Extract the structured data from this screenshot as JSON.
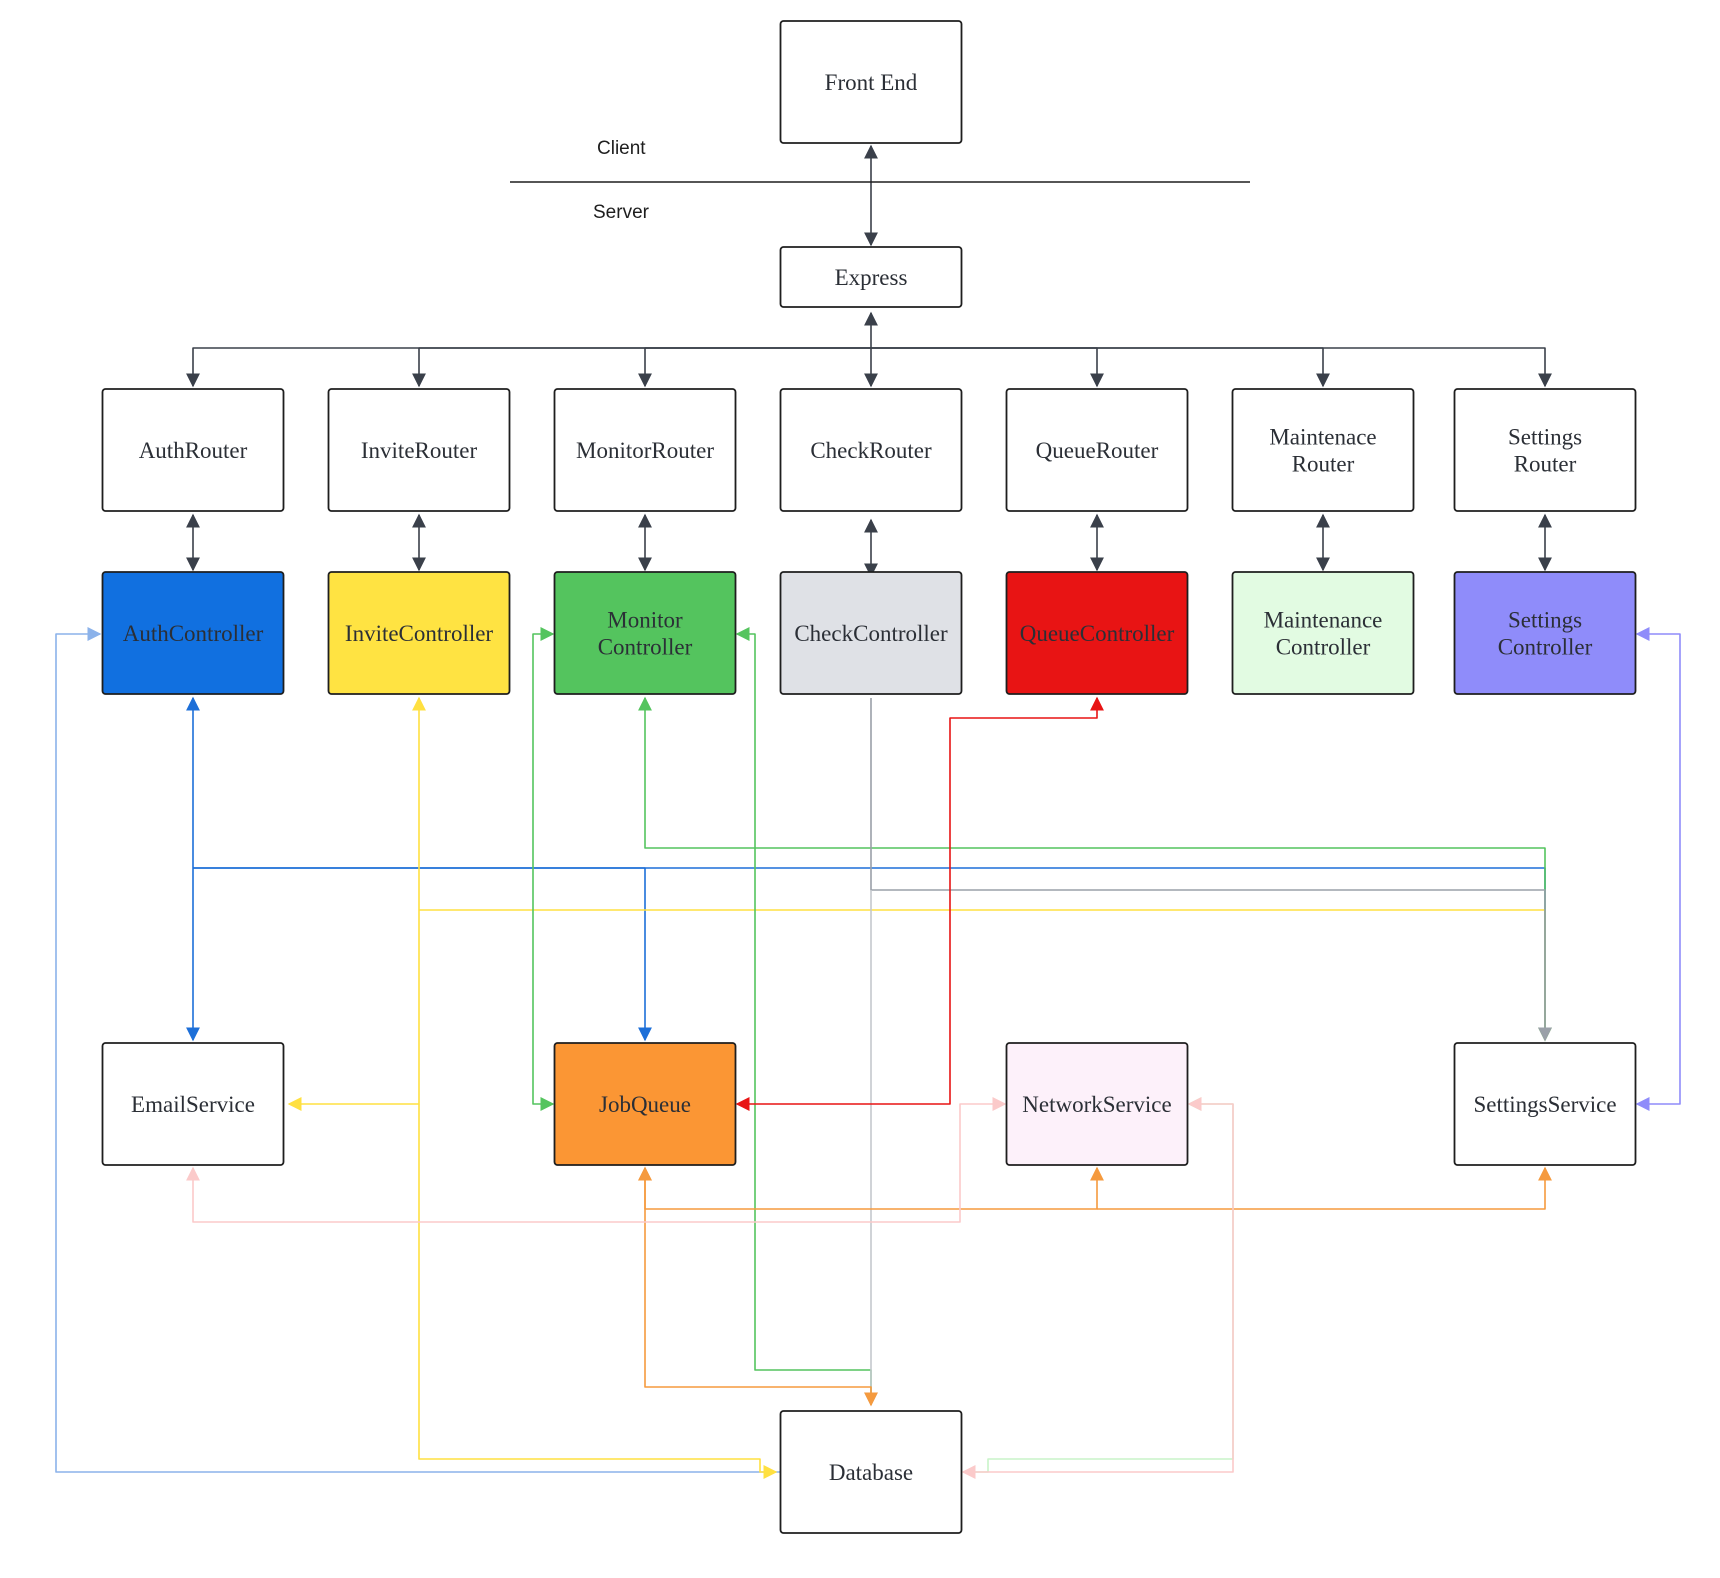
{
  "zones": {
    "client": "Client",
    "server": "Server"
  },
  "nodes": [
    {
      "id": "frontend",
      "lines": [
        "Front End"
      ],
      "fill": "#ffffff"
    },
    {
      "id": "express",
      "lines": [
        "Express"
      ],
      "fill": "#ffffff"
    },
    {
      "id": "auth-router",
      "lines": [
        "AuthRouter"
      ],
      "fill": "#ffffff"
    },
    {
      "id": "invite-router",
      "lines": [
        "InviteRouter"
      ],
      "fill": "#ffffff"
    },
    {
      "id": "monitor-router",
      "lines": [
        "MonitorRouter"
      ],
      "fill": "#ffffff"
    },
    {
      "id": "check-router",
      "lines": [
        "CheckRouter"
      ],
      "fill": "#ffffff"
    },
    {
      "id": "queue-router",
      "lines": [
        "QueueRouter"
      ],
      "fill": "#ffffff"
    },
    {
      "id": "maintenance-router",
      "lines": [
        "Maintenace",
        "Router"
      ],
      "fill": "#ffffff"
    },
    {
      "id": "settings-router",
      "lines": [
        "Settings",
        "Router"
      ],
      "fill": "#ffffff"
    },
    {
      "id": "auth-controller",
      "lines": [
        "AuthController"
      ],
      "fill": "#1170e0"
    },
    {
      "id": "invite-controller",
      "lines": [
        "InviteController"
      ],
      "fill": "#ffe342"
    },
    {
      "id": "monitor-controller",
      "lines": [
        "Monitor",
        "Controller"
      ],
      "fill": "#54c45e"
    },
    {
      "id": "check-controller",
      "lines": [
        "CheckController"
      ],
      "fill": "#dfe1e6"
    },
    {
      "id": "queue-controller",
      "lines": [
        "QueueController"
      ],
      "fill": "#e81414"
    },
    {
      "id": "maintenance-controller",
      "lines": [
        "Maintenance",
        "Controller"
      ],
      "fill": "#e2fbe2"
    },
    {
      "id": "settings-controller",
      "lines": [
        "Settings",
        "Controller"
      ],
      "fill": "#8f8cfa"
    },
    {
      "id": "email-service",
      "lines": [
        "EmailService"
      ],
      "fill": "#ffffff"
    },
    {
      "id": "job-queue",
      "lines": [
        "JobQueue"
      ],
      "fill": "#fb9634"
    },
    {
      "id": "network-service",
      "lines": [
        "NetworkService"
      ],
      "fill": "#fdf1fa"
    },
    {
      "id": "settings-service",
      "lines": [
        "SettingsService"
      ],
      "fill": "#ffffff"
    },
    {
      "id": "database",
      "lines": [
        "Database"
      ],
      "fill": "#ffffff"
    }
  ],
  "edges": [
    {
      "from": "express",
      "to": "frontend",
      "color": "#3a404a",
      "direction": "both"
    },
    {
      "from": "express",
      "to": "auth-router",
      "color": "#3a404a",
      "direction": "both"
    },
    {
      "from": "express",
      "to": "invite-router",
      "color": "#3a404a",
      "direction": "forward"
    },
    {
      "from": "express",
      "to": "monitor-router",
      "color": "#3a404a",
      "direction": "forward"
    },
    {
      "from": "express",
      "to": "check-router",
      "color": "#3a404a",
      "direction": "forward"
    },
    {
      "from": "express",
      "to": "queue-router",
      "color": "#3a404a",
      "direction": "forward"
    },
    {
      "from": "express",
      "to": "maintenance-router",
      "color": "#3a404a",
      "direction": "forward"
    },
    {
      "from": "express",
      "to": "settings-router",
      "color": "#3a404a",
      "direction": "forward"
    },
    {
      "from": "auth-router",
      "to": "auth-controller",
      "color": "#3a404a",
      "direction": "both"
    },
    {
      "from": "invite-router",
      "to": "invite-controller",
      "color": "#3a404a",
      "direction": "both"
    },
    {
      "from": "monitor-router",
      "to": "monitor-controller",
      "color": "#3a404a",
      "direction": "both"
    },
    {
      "from": "check-router",
      "to": "check-controller",
      "color": "#3a404a",
      "direction": "both"
    },
    {
      "from": "queue-router",
      "to": "queue-controller",
      "color": "#3a404a",
      "direction": "both"
    },
    {
      "from": "maintenance-router",
      "to": "maintenance-controller",
      "color": "#3a404a",
      "direction": "both"
    },
    {
      "from": "settings-router",
      "to": "settings-controller",
      "color": "#3a404a",
      "direction": "both"
    },
    {
      "from": "auth-controller",
      "to": "email-service",
      "color": "#1d6fd8",
      "direction": "both"
    },
    {
      "from": "auth-controller",
      "to": "job-queue",
      "color": "#1d6fd8",
      "direction": "forward"
    },
    {
      "from": "auth-controller",
      "to": "settings-service",
      "color": "#1d6fd8",
      "direction": "forward"
    },
    {
      "from": "database",
      "to": "auth-controller",
      "color": "#8bb2ea",
      "direction": "forward"
    },
    {
      "from": "invite-controller",
      "to": "email-service",
      "color": "#ffe040",
      "direction": "both"
    },
    {
      "from": "invite-controller",
      "to": "settings-service",
      "color": "#ffe040",
      "direction": "forward"
    },
    {
      "from": "invite-controller",
      "to": "database",
      "color": "#ffe040",
      "direction": "forward"
    },
    {
      "from": "monitor-controller",
      "to": "job-queue",
      "color": "#54c45e",
      "direction": "both"
    },
    {
      "from": "monitor-controller",
      "to": "settings-service",
      "color": "#54c45e",
      "direction": "both"
    },
    {
      "from": "database",
      "to": "monitor-controller",
      "color": "#54c45e",
      "direction": "forward"
    },
    {
      "from": "check-controller",
      "to": "settings-service",
      "color": "#9aa0a8",
      "direction": "forward"
    },
    {
      "from": "check-controller",
      "to": "database",
      "color": "#c4c8cd",
      "direction": "forward"
    },
    {
      "from": "queue-controller",
      "to": "job-queue",
      "color": "#e81414",
      "direction": "both"
    },
    {
      "from": "database",
      "to": "maintenance-controller",
      "color": "#c8f3c8",
      "direction": "forward"
    },
    {
      "from": "settings-controller",
      "to": "settings-service",
      "color": "#8f8cfa",
      "direction": "both"
    },
    {
      "from": "job-queue",
      "to": "network-service",
      "color": "#f59a3e",
      "direction": "both"
    },
    {
      "from": "job-queue",
      "to": "settings-service",
      "color": "#f59a3e",
      "direction": "forward"
    },
    {
      "from": "job-queue",
      "to": "database",
      "color": "#f59a3e",
      "direction": "both"
    },
    {
      "from": "network-service",
      "to": "email-service",
      "color": "#fbcaca",
      "direction": "both"
    },
    {
      "from": "network-service",
      "to": "database",
      "color": "#fbcaca",
      "direction": "both"
    }
  ]
}
